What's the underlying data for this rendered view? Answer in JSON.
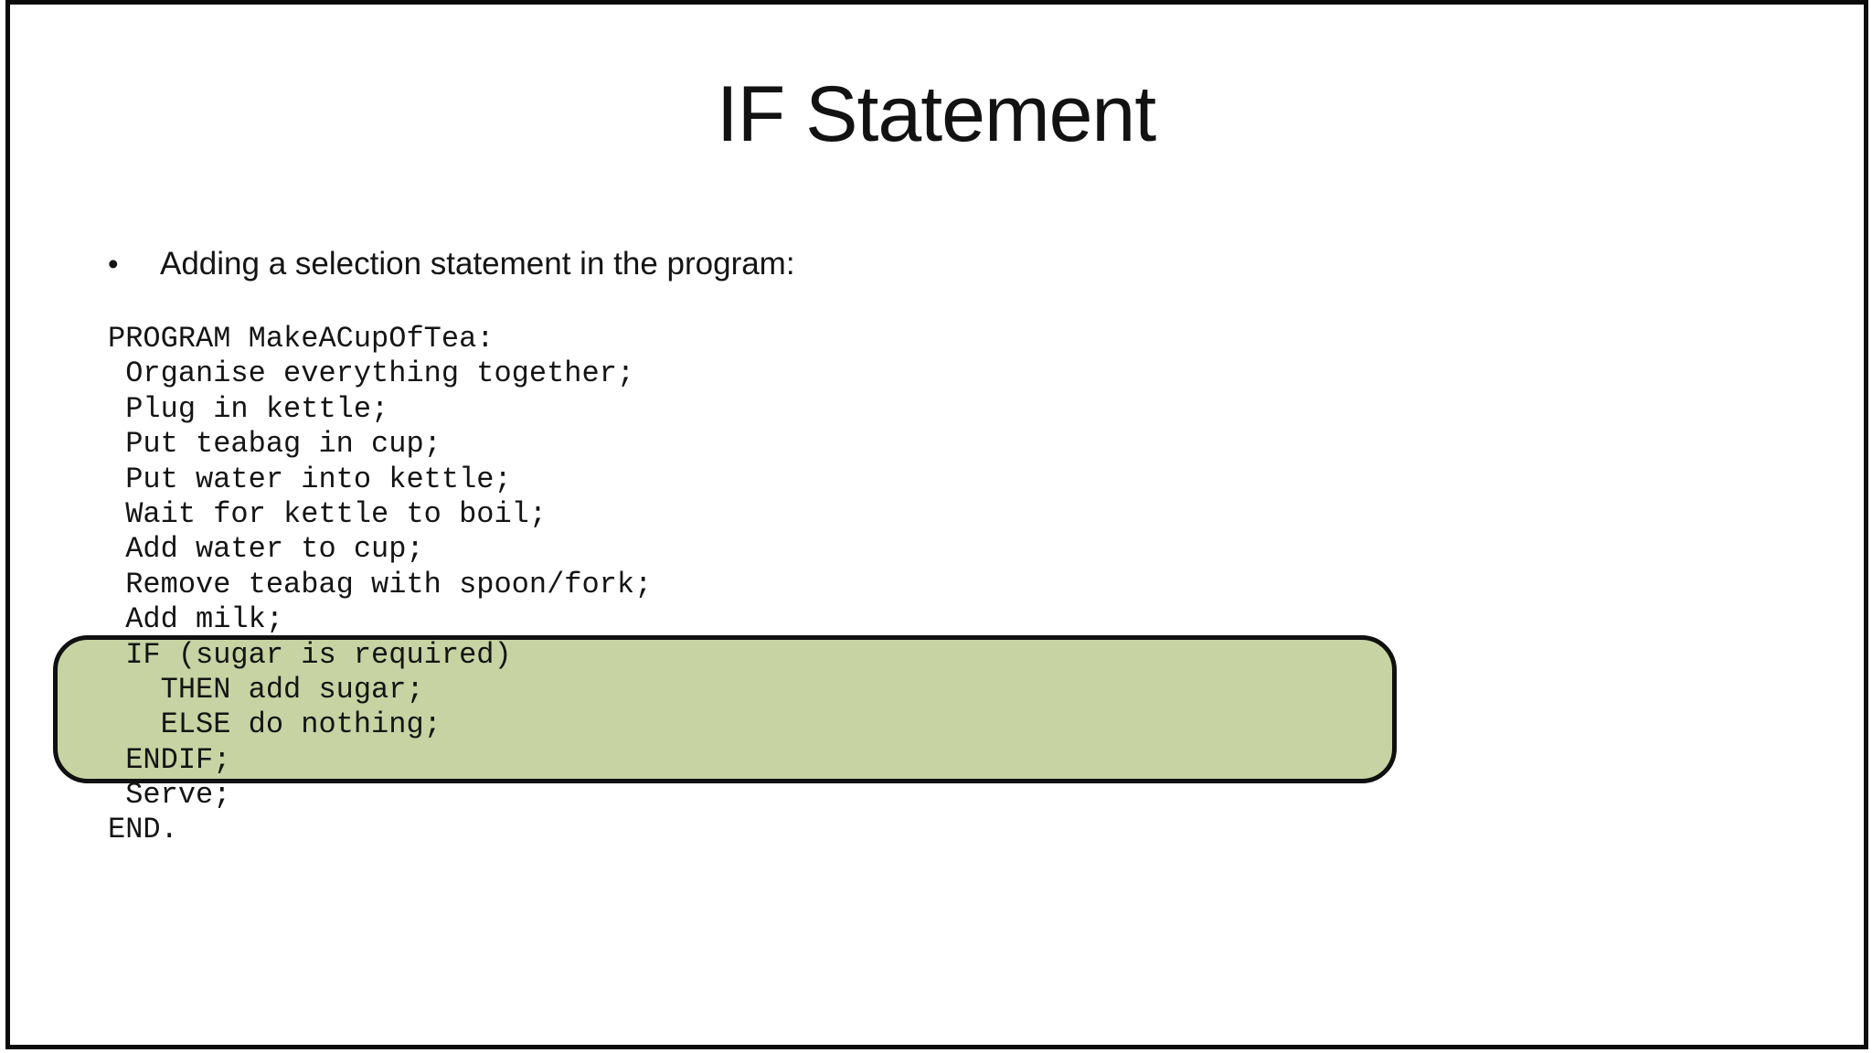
{
  "slide": {
    "title": "IF Statement",
    "bullet": {
      "marker": "•",
      "text": "Adding a selection statement in the program:"
    },
    "code_lines": [
      "PROGRAM MakeACupOfTea:",
      " Organise everything together;",
      " Plug in kettle;",
      " Put teabag in cup;",
      " Put water into kettle;",
      " Wait for kettle to boil;",
      " Add water to cup;",
      " Remove teabag with spoon/fork;",
      " Add milk;",
      " IF (sugar is required)",
      "   THEN add sugar;",
      "   ELSE do nothing;",
      " ENDIF;",
      " Serve;",
      "END."
    ],
    "highlight": {
      "covers_lines": "IF (sugar is required) / THEN add sugar; / ELSE do nothing; / ENDIF;",
      "fill_color": "#c7d3a2",
      "border_color": "#101010"
    },
    "frame_border_color": "#0b0b0b",
    "background_color": "#ffffff",
    "text_color": "#141414"
  }
}
